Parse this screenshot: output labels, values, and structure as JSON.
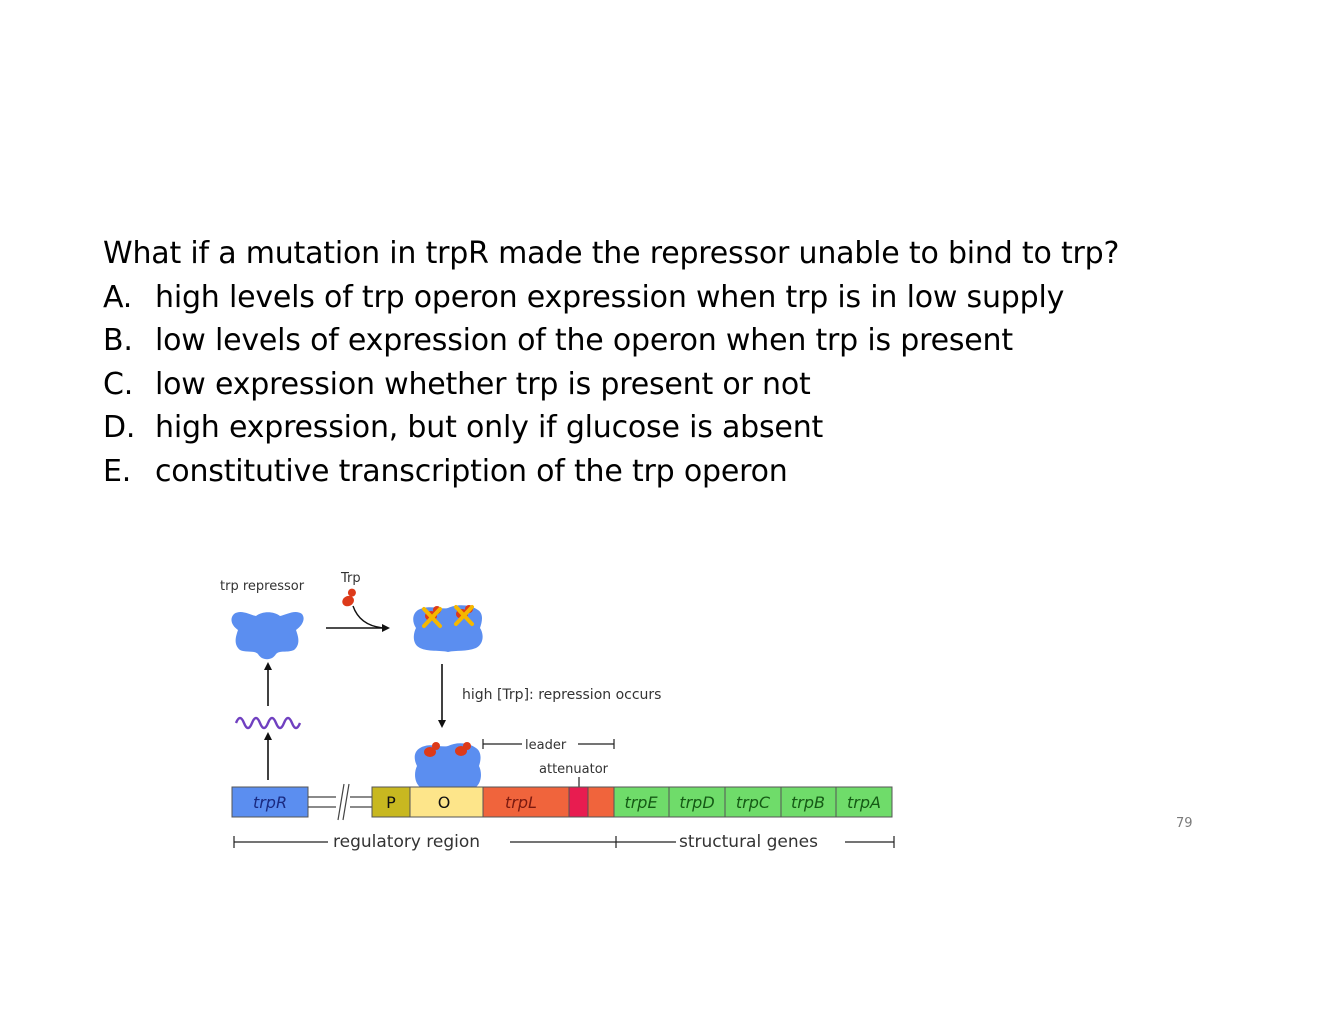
{
  "question": {
    "prompt": "What if a mutation in trpR made the repressor unable to bind to trp?",
    "options": [
      {
        "letter": "A.",
        "text": "high levels of trp operon expression when trp is in low supply"
      },
      {
        "letter": "B.",
        "text": "low levels of expression of the operon when trp is present"
      },
      {
        "letter": "C.",
        "text": "low expression whether trp is present or not"
      },
      {
        "letter": "D.",
        "text": "high expression, but only if glucose is absent"
      },
      {
        "letter": "E.",
        "text": "constitutive transcription of the trp operon"
      }
    ]
  },
  "diagram": {
    "repressor_label": "trp repressor",
    "trp_label": "Trp",
    "repression_label": "high [Trp]: repression occurs",
    "leader_label": "leader",
    "attenuator_label": "attenuator",
    "regulatory_label": "regulatory region",
    "structural_label": "structural genes",
    "genes": {
      "trpR": "trpR",
      "P": "P",
      "O": "O",
      "trpL": "trpL",
      "trpE": "trpE",
      "trpD": "trpD",
      "trpC": "trpC",
      "trpB": "trpB",
      "trpA": "trpA"
    },
    "colors": {
      "repressor": "#5b8ef0",
      "trp": "#dd3a1a",
      "cross": "#f5b800",
      "mrna": "#7040c0",
      "trpR_box": "#5b8ef0",
      "promoter": "#c8b820",
      "operator": "#fde58a",
      "leader": "#f0643c",
      "attenuator": "#e81c50",
      "structural": "#6fdc6a"
    }
  },
  "slide_number": "79"
}
